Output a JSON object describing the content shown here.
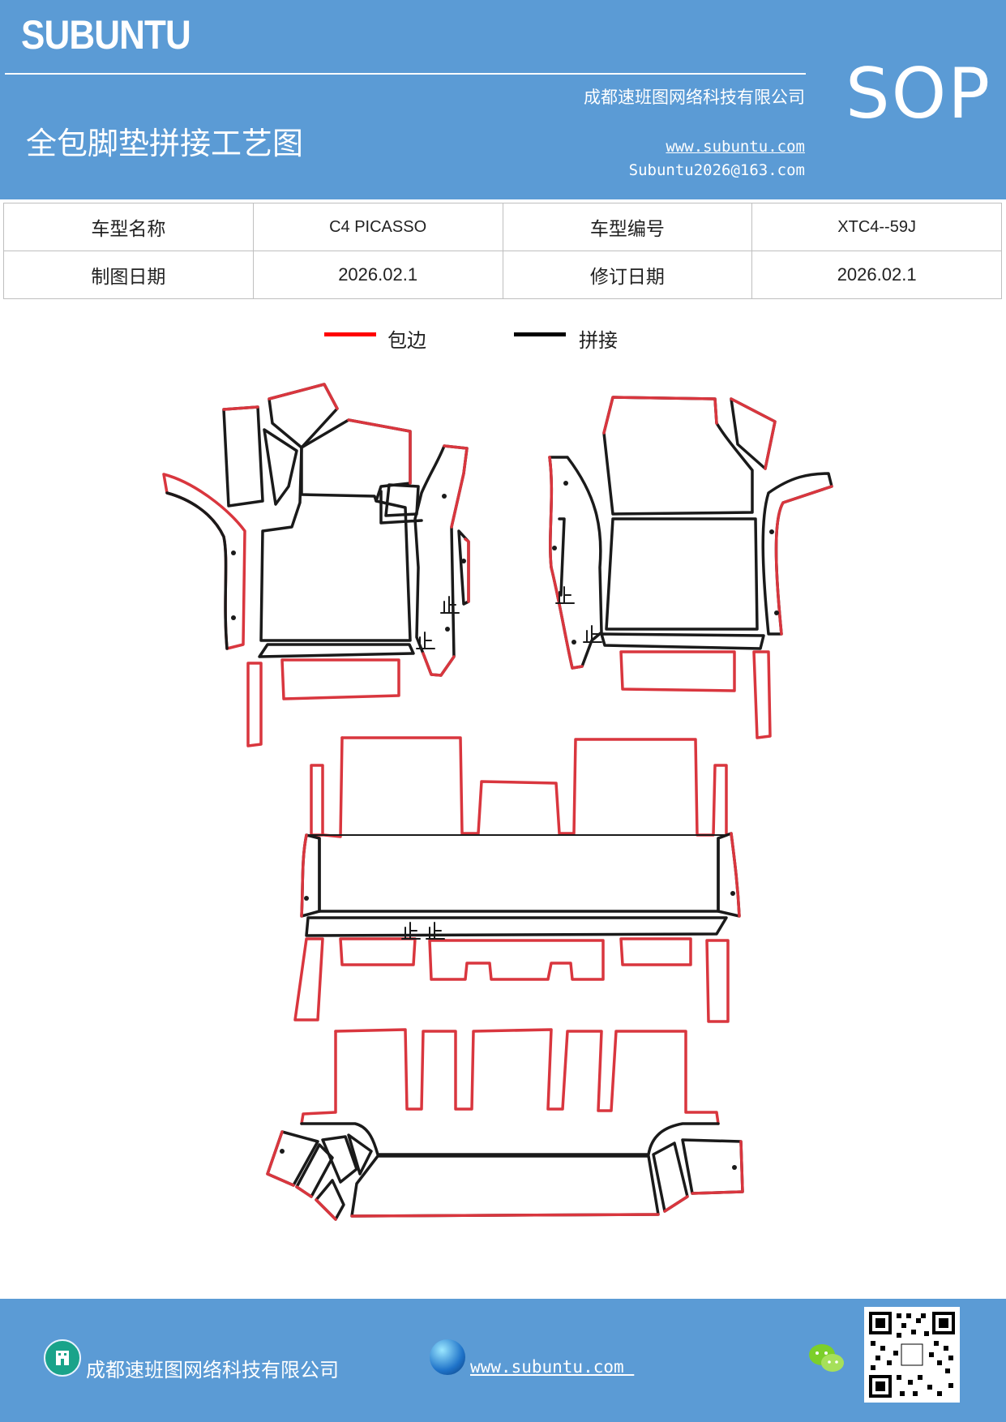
{
  "header": {
    "logo": "SUBUNTU",
    "company": "成都速班图网络科技有限公司",
    "title": "全包脚垫拼接工艺图",
    "website": "www.subuntu.com",
    "email": "Subuntu2026@163.com",
    "badge": "SOP"
  },
  "info_table": {
    "rows": [
      [
        {
          "label": "车型名称"
        },
        {
          "value": "C4 PICASSO"
        },
        {
          "label": "车型编号"
        },
        {
          "value": "XTC4--59J"
        }
      ],
      [
        {
          "label": "制图日期"
        },
        {
          "value": "2026.02.1"
        },
        {
          "label": "修订日期"
        },
        {
          "value": "2026.02.1"
        }
      ]
    ]
  },
  "legend": {
    "edge_label": "包边",
    "joint_label": "拼接",
    "edge_color": "#ff0000",
    "joint_color": "#000000"
  },
  "colors": {
    "banner": "#5b9bd5",
    "edge": "#d9363e",
    "joint": "#1a1a1a"
  },
  "footer": {
    "company": "成都速班图网络科技有限公司",
    "website": "www.subuntu.com ",
    "icons": [
      "building-icon",
      "globe-icon",
      "wechat-icon",
      "qr-code"
    ]
  }
}
